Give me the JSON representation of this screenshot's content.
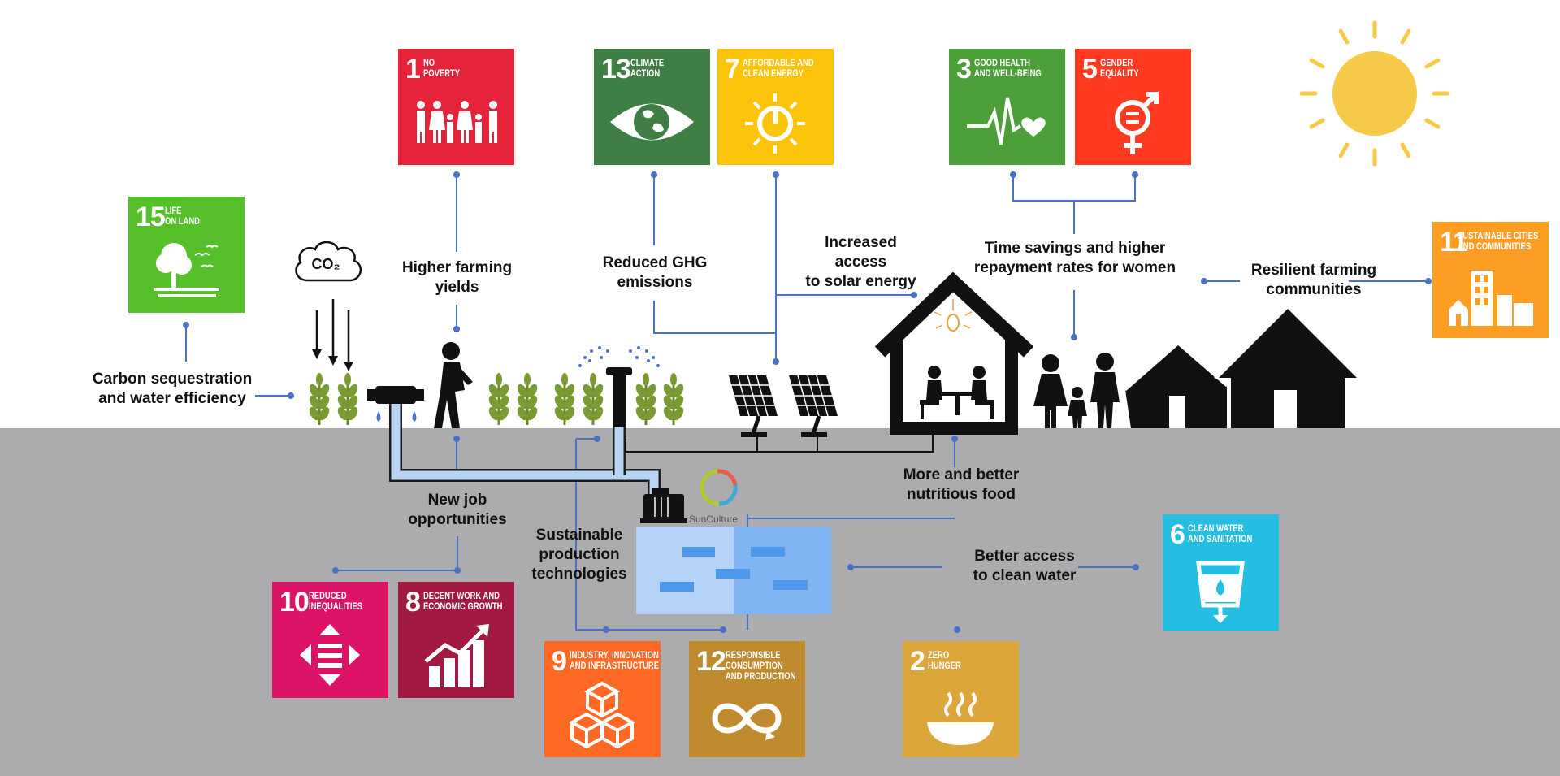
{
  "colors": {
    "ground": "#acabad",
    "line": "#4a72c4",
    "sdg1": "#e5243b",
    "sdg2": "#dda63a",
    "sdg3": "#4c9f38",
    "sdg5": "#ff3a21",
    "sdg6": "#26bde2",
    "sdg7": "#fcc30b",
    "sdg8": "#a21942",
    "sdg9": "#fd6925",
    "sdg10": "#dd1367",
    "sdg11": "#fd9d24",
    "sdg12": "#bf8b2e",
    "sdg13": "#3f7e44",
    "sdg15": "#56c02b"
  },
  "sdgs": {
    "sdg1": {
      "number": "1",
      "name": "No\nPoverty",
      "icon": "family-icon"
    },
    "sdg13": {
      "number": "13",
      "name": "Climate\nAction",
      "icon": "eye-globe-icon"
    },
    "sdg7": {
      "number": "7",
      "name": "Affordable and\nClean Energy",
      "icon": "power-sun-icon"
    },
    "sdg3": {
      "number": "3",
      "name": "Good Health\nand Well-Being",
      "icon": "heartbeat-icon"
    },
    "sdg5": {
      "number": "5",
      "name": "Gender\nEquality",
      "icon": "gender-equality-icon"
    },
    "sdg15": {
      "number": "15",
      "name": "Life\nOn Land",
      "icon": "tree-birds-icon"
    },
    "sdg11": {
      "number": "11",
      "name": "Sustainable Cities\nand Communities",
      "icon": "buildings-icon"
    },
    "sdg10": {
      "number": "10",
      "name": "Reduced\nInequalities",
      "icon": "inequality-arrows-icon"
    },
    "sdg8": {
      "number": "8",
      "name": "Decent Work and\nEconomic Growth",
      "icon": "growth-chart-icon"
    },
    "sdg9": {
      "number": "9",
      "name": "Industry, Innovation\nand Infrastructure",
      "icon": "cubes-icon"
    },
    "sdg12": {
      "number": "12",
      "name": "Responsible\nConsumption\nand Production",
      "icon": "infinity-icon"
    },
    "sdg2": {
      "number": "2",
      "name": "Zero\nHunger",
      "icon": "bowl-icon"
    },
    "sdg6": {
      "number": "6",
      "name": "Clean Water\nand Sanitation",
      "icon": "water-glass-icon"
    }
  },
  "labels": {
    "carbon": "Carbon sequestration\nand water efficiency",
    "yields": "Higher farming\nyields",
    "ghg": "Reduced GHG\nemissions",
    "solar": "Increased\naccess\nto solar energy",
    "women": "Time savings and higher\nrepayment rates for women",
    "resilient": "Resilient farming\ncommunities",
    "jobs": "New job\nopportunities",
    "sustainable": "Sustainable\nproduction\ntechnologies",
    "food": "More and better\nnutritious food",
    "water": "Better access\nto clean water"
  },
  "co2_text": "CO₂",
  "brand": "SunCulture"
}
